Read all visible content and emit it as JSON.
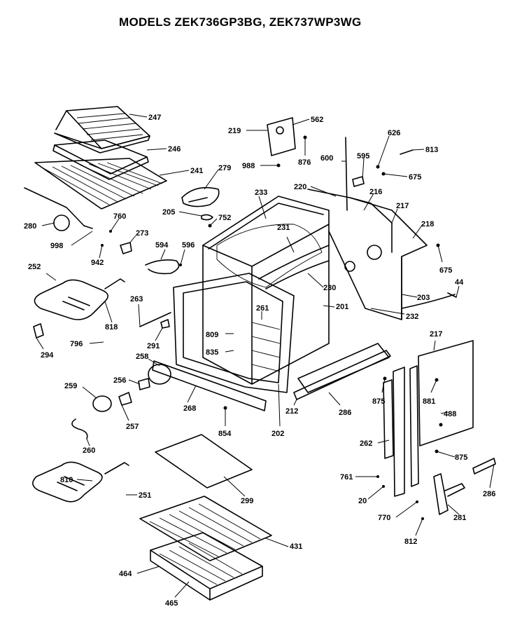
{
  "header": {
    "title": "MODELS ZEK736GP3BG, ZEK737WP3WG"
  },
  "callouts": [
    {
      "id": "c247",
      "text": "247"
    },
    {
      "id": "c246",
      "text": "246"
    },
    {
      "id": "c241",
      "text": "241"
    },
    {
      "id": "c279",
      "text": "279"
    },
    {
      "id": "c219",
      "text": "219"
    },
    {
      "id": "c562",
      "text": "562"
    },
    {
      "id": "c876a",
      "text": "876"
    },
    {
      "id": "c988",
      "text": "988"
    },
    {
      "id": "c626",
      "text": "626"
    },
    {
      "id": "c813",
      "text": "813"
    },
    {
      "id": "c600",
      "text": "600"
    },
    {
      "id": "c595",
      "text": "595"
    },
    {
      "id": "c675a",
      "text": "675"
    },
    {
      "id": "c220",
      "text": "220"
    },
    {
      "id": "c216",
      "text": "216"
    },
    {
      "id": "c217a",
      "text": "217"
    },
    {
      "id": "c218",
      "text": "218"
    },
    {
      "id": "c233",
      "text": "233"
    },
    {
      "id": "c205",
      "text": "205"
    },
    {
      "id": "c752",
      "text": "752"
    },
    {
      "id": "c760",
      "text": "760"
    },
    {
      "id": "c280",
      "text": "280"
    },
    {
      "id": "c998",
      "text": "998"
    },
    {
      "id": "c273",
      "text": "273"
    },
    {
      "id": "c231",
      "text": "231"
    },
    {
      "id": "c594",
      "text": "594"
    },
    {
      "id": "c596",
      "text": "596"
    },
    {
      "id": "c942",
      "text": "942"
    },
    {
      "id": "c252",
      "text": "252"
    },
    {
      "id": "c675b",
      "text": "675"
    },
    {
      "id": "c44",
      "text": "44"
    },
    {
      "id": "c230",
      "text": "230"
    },
    {
      "id": "c203",
      "text": "203"
    },
    {
      "id": "c263",
      "text": "263"
    },
    {
      "id": "c818",
      "text": "818"
    },
    {
      "id": "c201",
      "text": "201"
    },
    {
      "id": "c261",
      "text": "261"
    },
    {
      "id": "c232",
      "text": "232"
    },
    {
      "id": "c809",
      "text": "809"
    },
    {
      "id": "c796",
      "text": "796"
    },
    {
      "id": "c291",
      "text": "291"
    },
    {
      "id": "c294",
      "text": "294"
    },
    {
      "id": "c835",
      "text": "835"
    },
    {
      "id": "c217b",
      "text": "217"
    },
    {
      "id": "c258",
      "text": "258"
    },
    {
      "id": "c256",
      "text": "256"
    },
    {
      "id": "c259",
      "text": "259"
    },
    {
      "id": "c875a",
      "text": "875"
    },
    {
      "id": "c881",
      "text": "881"
    },
    {
      "id": "c268",
      "text": "268"
    },
    {
      "id": "c212",
      "text": "212"
    },
    {
      "id": "c286a",
      "text": "286"
    },
    {
      "id": "c488",
      "text": "488"
    },
    {
      "id": "c257",
      "text": "257"
    },
    {
      "id": "c854",
      "text": "854"
    },
    {
      "id": "c202",
      "text": "202"
    },
    {
      "id": "c260",
      "text": "260"
    },
    {
      "id": "c262",
      "text": "262"
    },
    {
      "id": "c875b",
      "text": "875"
    },
    {
      "id": "c810",
      "text": "810"
    },
    {
      "id": "c251",
      "text": "251"
    },
    {
      "id": "c299",
      "text": "299"
    },
    {
      "id": "c761",
      "text": "761"
    },
    {
      "id": "c286b",
      "text": "286"
    },
    {
      "id": "c20",
      "text": "20"
    },
    {
      "id": "c770",
      "text": "770"
    },
    {
      "id": "c281",
      "text": "281"
    },
    {
      "id": "c431",
      "text": "431"
    },
    {
      "id": "c812",
      "text": "812"
    },
    {
      "id": "c464",
      "text": "464"
    },
    {
      "id": "c465",
      "text": "465"
    }
  ]
}
